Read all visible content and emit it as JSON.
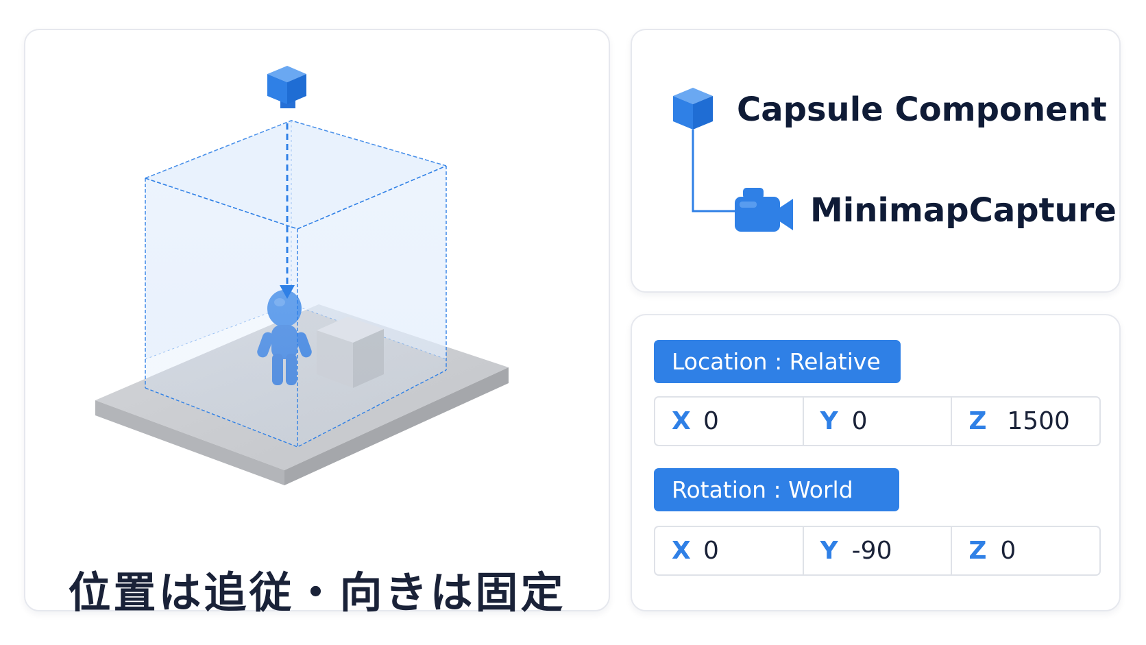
{
  "scene": {
    "caption": "位置は追従・向きは固定"
  },
  "hierarchy": {
    "parent_label": "Capsule Component",
    "parent_icon": "cube-icon",
    "child_label": "MinimapCapture",
    "child_icon": "camera-icon"
  },
  "settings": {
    "location": {
      "label": "Location : Relative",
      "x_label": "X",
      "x": "0",
      "y_label": "Y",
      "y": "0",
      "z_label": "Z",
      "z": "1500"
    },
    "rotation": {
      "label": "Rotation : World",
      "x_label": "X",
      "x": "0",
      "y_label": "Y",
      "y": "-90",
      "z_label": "Z",
      "z": "0"
    }
  },
  "colors": {
    "accent": "#2f80e6",
    "text_dark": "#0f1b36",
    "volume_fill": "#dbe9fb",
    "platform": "#c4c6ca"
  }
}
